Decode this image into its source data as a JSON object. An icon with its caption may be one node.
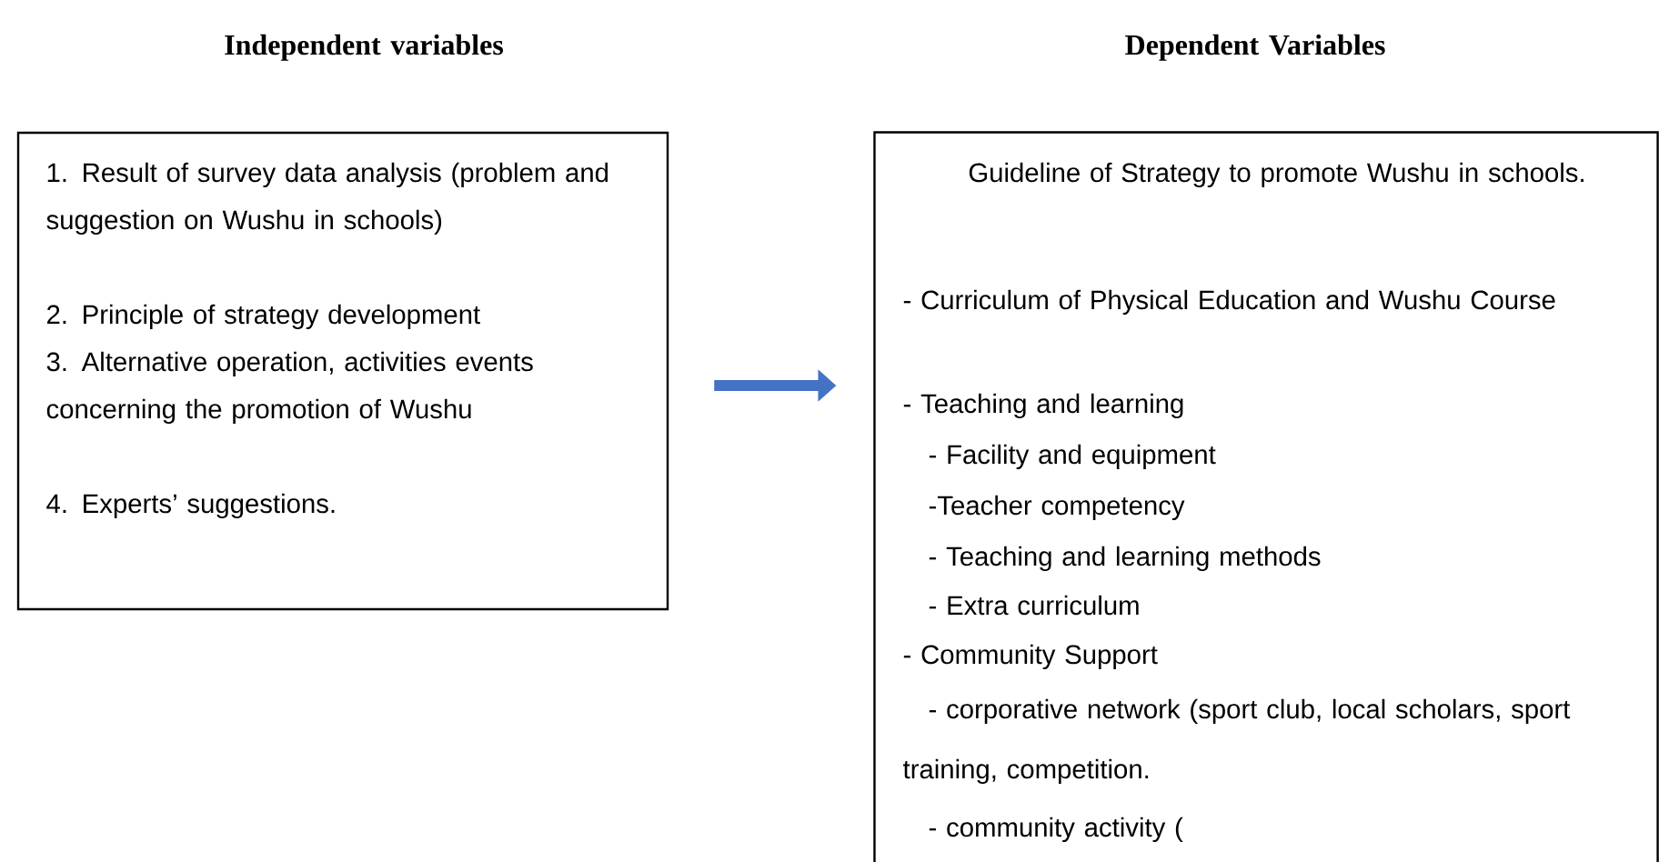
{
  "diagram": {
    "nodes": [
      {
        "text": [
          "Independent variables",
          "1. Result of survey data analysis (problem and suggestion on Wushu in schools)",
          "2. Principle of strategy development",
          "3. Alternative operation, activities events concerning the promotion of Wushu",
          "4. Experts’ suggestions."
        ]
      },
      {
        "text": [
          "Dependent Variables",
          "Guideline of Strategy to promote Wushu in schools.",
          "- Curriculum of Physical Education and Wushu Course",
          "- Teaching and learning",
          "- Facility and equipment",
          "-Teacher competency",
          "- Teaching and learning methods",
          "- Extra curriculum",
          "- Community Support",
          "- corporative network (sport club, local scholars, sport training, competition.",
          "- community activity ("
        ]
      }
    ],
    "edges": [
      {
        "from": 0,
        "to": 1,
        "arrow": "to"
      }
    ]
  }
}
